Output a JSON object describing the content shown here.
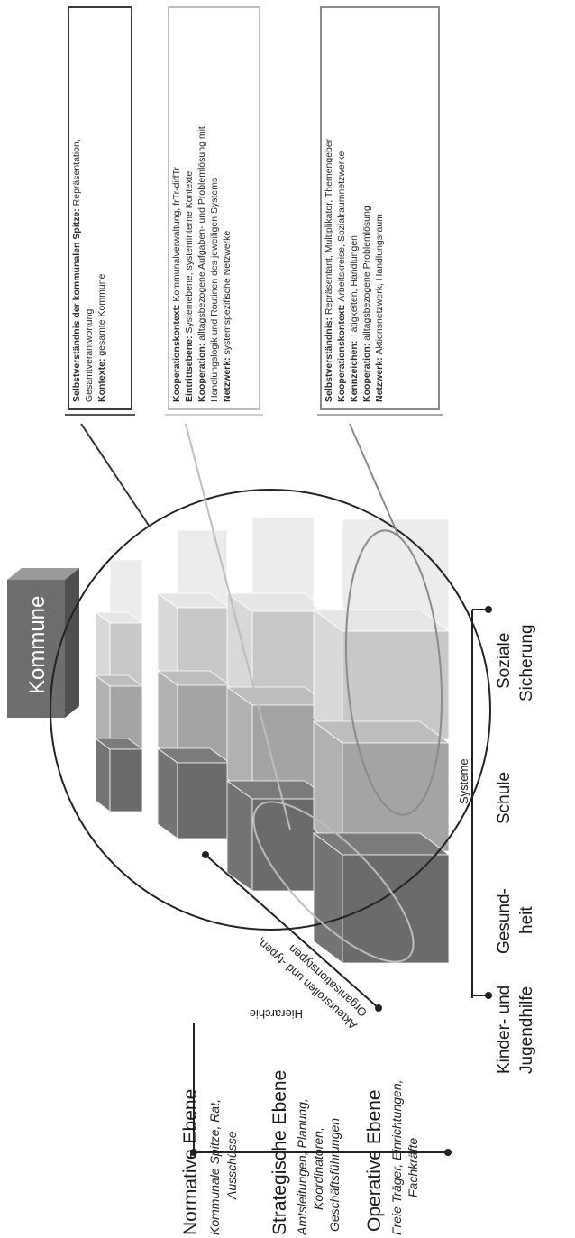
{
  "kommune": "Kommune",
  "boxes": [
    {
      "lines": [
        [
          {
            "b": "Selbstverständnis der kommunalen Spitze: "
          },
          {
            "t": "Repräsentation,"
          }
        ],
        [
          {
            "t": "Gesamtverantwortung"
          }
        ],
        [
          {
            "b": "Kontexte: "
          },
          {
            "t": "gesamte Kommune"
          }
        ]
      ]
    },
    {
      "lines": [
        [
          {
            "b": "Kooperationskontext: "
          },
          {
            "t": "Kommunalverwaltung, frTr-diffTr"
          }
        ],
        [
          {
            "b": "Eintrittsebene: "
          },
          {
            "t": "Systemebene, systeminterne Kontexte"
          }
        ],
        [
          {
            "b": "Kooperation: "
          },
          {
            "t": "alltagsbezogene Aufgaben- und Problemlösung mit"
          }
        ],
        [
          {
            "t": "Handlungslogik und Routinen des jeweiligen Systems"
          }
        ],
        [
          {
            "b": "Netzwerk: "
          },
          {
            "t": "systemspezifische Netzwerke"
          }
        ]
      ]
    },
    {
      "lines": [
        [
          {
            "b": "Selbstverständnis: "
          },
          {
            "t": "Repräsentant, Multiplikator, Themengeber"
          }
        ],
        [
          {
            "b": "Kooperationskontext: "
          },
          {
            "t": "Arbeitskreise, Sozialraumnetzwerke"
          }
        ],
        [
          {
            "b": "Kennzeichen: "
          },
          {
            "t": "Tätigkeiten, Handlungen"
          }
        ],
        [
          {
            "b": "Kooperation: "
          },
          {
            "t": "alltagsbezogene Problemlösung"
          }
        ],
        [
          {
            "b": "Netzwerk: "
          },
          {
            "t": "Aktionsnetzwerk, Handlungsraum"
          }
        ]
      ]
    }
  ],
  "systems": [
    {
      "line1": "Kinder- und",
      "line2": "Jugendhilfe"
    },
    {
      "line1": "Gesund-",
      "line2": "heit"
    },
    {
      "line1": "Schule",
      "line2": ""
    },
    {
      "line1": "Soziale",
      "line2": "Sicherung"
    }
  ],
  "systems_axis_label": "Systeme",
  "actors_axis_label": "Akteursrollen und -typen,",
  "org_types_label": "Organisationstypen",
  "hierarchy_label": "Hierarchie",
  "levels": [
    {
      "title": "Normative Ebene",
      "sub": [
        "Kommunale Spitze, Rat,",
        "Ausschüsse"
      ]
    },
    {
      "title": "Strategische Ebene",
      "sub": [
        "Amtsleitungen, Planung,",
        "Koordinatoren,",
        "Geschäftsführungen"
      ]
    },
    {
      "title": "Operative Ebene",
      "sub": [
        "Freie Träger, Einrichtungen,",
        "Fachkräfte"
      ]
    }
  ],
  "colors": {
    "dark": "#6b6b6b",
    "mid": "#a4a4a4",
    "light": "#c8c8c8",
    "pale": "#ececec",
    "kommune": "#6e6e6e"
  }
}
